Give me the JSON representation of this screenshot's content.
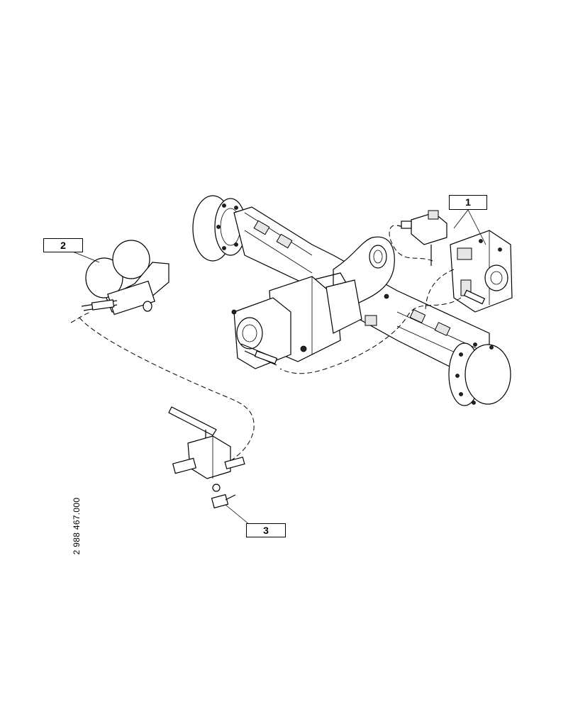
{
  "callouts": [
    {
      "id": "1",
      "label": "1"
    },
    {
      "id": "2",
      "label": "2"
    },
    {
      "id": "3",
      "label": "3"
    }
  ],
  "drawing_number": "2 988 467.000"
}
